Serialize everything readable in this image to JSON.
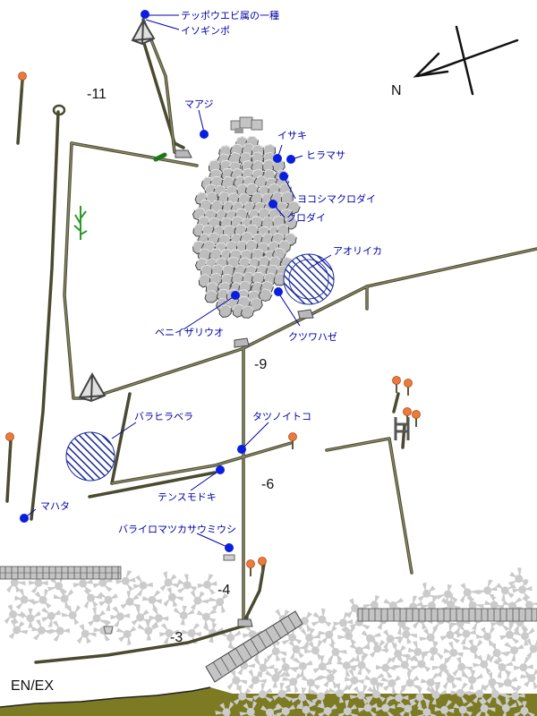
{
  "map": {
    "north_label": "N",
    "entry_label": "EN/EX",
    "depth_labels": [
      {
        "id": "depth-11",
        "text": "-11"
      },
      {
        "id": "depth-9",
        "text": "-9"
      },
      {
        "id": "depth-6",
        "text": "-6"
      },
      {
        "id": "depth-4",
        "text": "-4"
      },
      {
        "id": "depth-3",
        "text": "-3"
      }
    ],
    "species": [
      {
        "id": "teppouebi",
        "name": "テッポウエビ属の一種"
      },
      {
        "id": "isoginpo",
        "name": "イソギンポ"
      },
      {
        "id": "maaji",
        "name": "マアジ"
      },
      {
        "id": "isaki",
        "name": "イサキ"
      },
      {
        "id": "hiramasa",
        "name": "ヒラマサ"
      },
      {
        "id": "yokoshimakurodai",
        "name": "ヨコシマクロダイ"
      },
      {
        "id": "kurodai",
        "name": "クロダイ"
      },
      {
        "id": "aoriika",
        "name": "アオリイカ"
      },
      {
        "id": "beniizariuo",
        "name": "ベニイザリウオ"
      },
      {
        "id": "kutsuwahaze",
        "name": "クツワハゼ"
      },
      {
        "id": "barahiraberra",
        "name": "バラヒラベラ"
      },
      {
        "id": "tatsunoitoko",
        "name": "タツノイトコ"
      },
      {
        "id": "tensumodoki",
        "name": "テンスモドキ"
      },
      {
        "id": "mahata",
        "name": "マハタ"
      },
      {
        "id": "barairomatsukasauoshi",
        "name": "バライロマツカサウミウシ"
      }
    ]
  }
}
